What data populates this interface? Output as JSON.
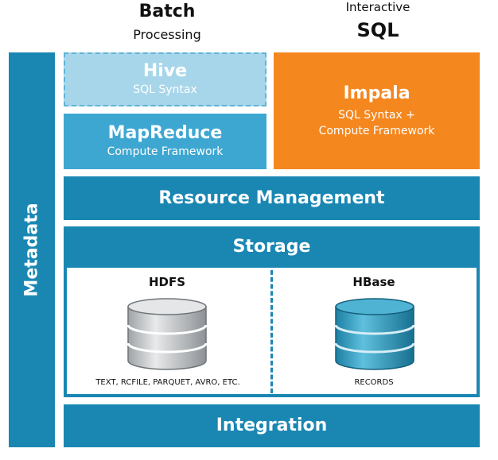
{
  "header": {
    "batch_title": "Batch",
    "batch_subtitle": "Processing",
    "interactive_title": "Interactive",
    "interactive_subtitle": "SQL"
  },
  "metadata": {
    "label": "Metadata"
  },
  "hive": {
    "title": "Hive",
    "subtitle": "SQL Syntax"
  },
  "mapreduce": {
    "title": "MapReduce",
    "subtitle": "Compute Framework"
  },
  "impala": {
    "title": "Impala",
    "subtitle_line1": "SQL Syntax +",
    "subtitle_line2": "Compute Framework"
  },
  "resource_management": {
    "label": "Resource Management"
  },
  "storage": {
    "label": "Storage",
    "hdfs": {
      "label": "HDFS",
      "formats": "TEXT, RCFILE, PARQUET, AVRO, ETC."
    },
    "hbase": {
      "label": "HBase",
      "formats": "RECORDS"
    }
  },
  "integration": {
    "label": "Integration"
  },
  "colors": {
    "primary_blue": "#1a87b3",
    "light_blue": "#a7d6ea",
    "mid_blue": "#3ea7d1",
    "orange": "#f5871f",
    "hdfs_db": "#c9ccce",
    "hbase_db": "#2f9bbd"
  }
}
